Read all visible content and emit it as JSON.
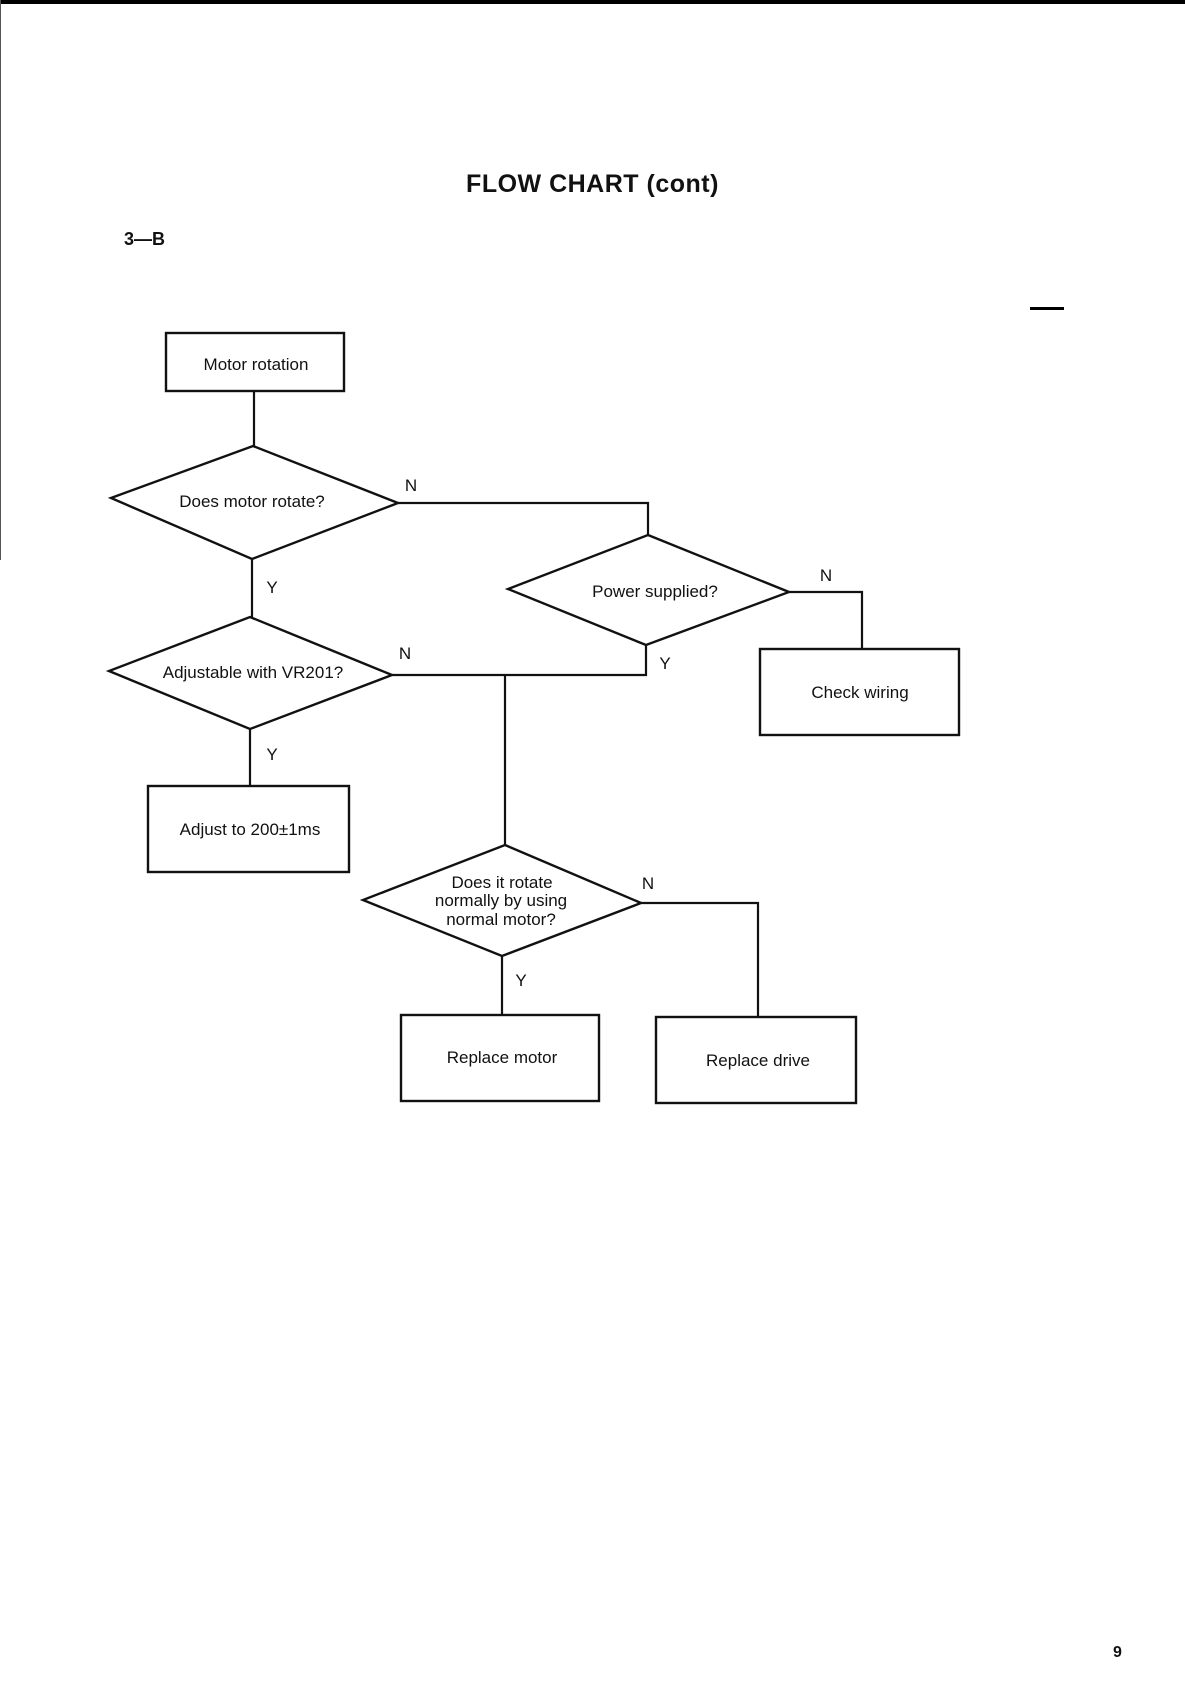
{
  "page": {
    "title": "FLOW CHART (cont)",
    "section": "3—B",
    "page_number": "9"
  },
  "nodes": {
    "motor_rotation": "Motor rotation",
    "does_motor_rotate": "Does motor rotate?",
    "power_supplied": "Power supplied?",
    "check_wiring": "Check wiring",
    "adjustable_vr201": "Adjustable with VR201?",
    "adjust_200": "Adjust to 200±1ms",
    "normal_motor_line1": "Does it rotate",
    "normal_motor_line2": "normally by using",
    "normal_motor_line3": "normal motor?",
    "replace_motor": "Replace motor",
    "replace_drive": "Replace drive"
  },
  "branches": {
    "yes": "Y",
    "no": "N"
  }
}
